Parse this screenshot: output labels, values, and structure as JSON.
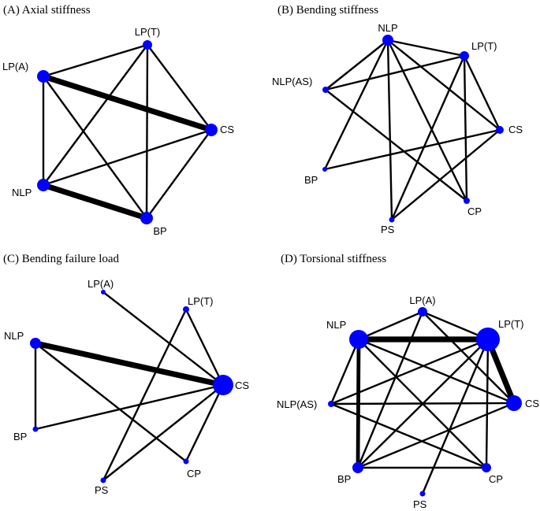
{
  "panels": [
    {
      "id": "A",
      "title": "(A) Axial stiffness",
      "nodes": [
        {
          "label": "LP(T)",
          "size": 6
        },
        {
          "label": "LP(A)",
          "size": 8
        },
        {
          "label": "CS",
          "size": 8
        },
        {
          "label": "NLP",
          "size": 8
        },
        {
          "label": "BP",
          "size": 8
        }
      ],
      "edges": [
        {
          "from": "LP(A)",
          "to": "LP(T)",
          "weight": 1
        },
        {
          "from": "LP(A)",
          "to": "CS",
          "weight": 3
        },
        {
          "from": "LP(A)",
          "to": "NLP",
          "weight": 1
        },
        {
          "from": "LP(A)",
          "to": "BP",
          "weight": 1
        },
        {
          "from": "LP(T)",
          "to": "CS",
          "weight": 1
        },
        {
          "from": "LP(T)",
          "to": "NLP",
          "weight": 1
        },
        {
          "from": "LP(T)",
          "to": "BP",
          "weight": 1
        },
        {
          "from": "NLP",
          "to": "CS",
          "weight": 1
        },
        {
          "from": "NLP",
          "to": "BP",
          "weight": 3
        },
        {
          "from": "BP",
          "to": "CS",
          "weight": 1
        }
      ]
    },
    {
      "id": "B",
      "title": "(B) Bending stiffness",
      "nodes": [
        {
          "label": "NLP",
          "size": 7
        },
        {
          "label": "LP(T)",
          "size": 6
        },
        {
          "label": "NLP(AS)",
          "size": 4
        },
        {
          "label": "CS",
          "size": 5
        },
        {
          "label": "BP",
          "size": 3
        },
        {
          "label": "CP",
          "size": 4
        },
        {
          "label": "PS",
          "size": 3.5
        }
      ],
      "edges": [
        {
          "from": "NLP",
          "to": "NLP(AS)",
          "weight": 1
        },
        {
          "from": "NLP",
          "to": "LP(T)",
          "weight": 1
        },
        {
          "from": "NLP",
          "to": "CS",
          "weight": 1
        },
        {
          "from": "NLP",
          "to": "CP",
          "weight": 1
        },
        {
          "from": "NLP",
          "to": "BP",
          "weight": 1
        },
        {
          "from": "NLP",
          "to": "PS",
          "weight": 1
        },
        {
          "from": "NLP(AS)",
          "to": "LP(T)",
          "weight": 1
        },
        {
          "from": "NLP(AS)",
          "to": "CP",
          "weight": 1
        },
        {
          "from": "LP(T)",
          "to": "CS",
          "weight": 1
        },
        {
          "from": "LP(T)",
          "to": "CP",
          "weight": 1
        },
        {
          "from": "LP(T)",
          "to": "PS",
          "weight": 1
        },
        {
          "from": "CS",
          "to": "BP",
          "weight": 1
        },
        {
          "from": "CS",
          "to": "PS",
          "weight": 1
        }
      ]
    },
    {
      "id": "C",
      "title": "(C) Bending failure load",
      "nodes": [
        {
          "label": "LP(A)",
          "size": 3
        },
        {
          "label": "LP(T)",
          "size": 4
        },
        {
          "label": "NLP",
          "size": 7
        },
        {
          "label": "CS",
          "size": 13
        },
        {
          "label": "BP",
          "size": 3.5
        },
        {
          "label": "CP",
          "size": 3.5
        },
        {
          "label": "PS",
          "size": 3.5
        }
      ],
      "edges": [
        {
          "from": "LP(A)",
          "to": "CS",
          "weight": 1
        },
        {
          "from": "LP(T)",
          "to": "CS",
          "weight": 1
        },
        {
          "from": "LP(T)",
          "to": "PS",
          "weight": 1
        },
        {
          "from": "NLP",
          "to": "CS",
          "weight": 3
        },
        {
          "from": "NLP",
          "to": "BP",
          "weight": 1
        },
        {
          "from": "NLP",
          "to": "CP",
          "weight": 1
        },
        {
          "from": "BP",
          "to": "CS",
          "weight": 1
        },
        {
          "from": "CS",
          "to": "CP",
          "weight": 1
        },
        {
          "from": "CS",
          "to": "PS",
          "weight": 1
        }
      ]
    },
    {
      "id": "D",
      "title": "(D) Torsional stiffness",
      "nodes": [
        {
          "label": "LP(A)",
          "size": 6
        },
        {
          "label": "NLP",
          "size": 12
        },
        {
          "label": "LP(T)",
          "size": 15
        },
        {
          "label": "NLP(AS)",
          "size": 4
        },
        {
          "label": "CS",
          "size": 10
        },
        {
          "label": "BP",
          "size": 7
        },
        {
          "label": "CP",
          "size": 6
        },
        {
          "label": "PS",
          "size": 3.5
        }
      ],
      "edges": [
        {
          "from": "NLP",
          "to": "LP(A)",
          "weight": 1
        },
        {
          "from": "NLP",
          "to": "LP(T)",
          "weight": 3
        },
        {
          "from": "NLP",
          "to": "NLP(AS)",
          "weight": 1
        },
        {
          "from": "NLP",
          "to": "CS",
          "weight": 1
        },
        {
          "from": "NLP",
          "to": "BP",
          "weight": 2
        },
        {
          "from": "NLP",
          "to": "CP",
          "weight": 1
        },
        {
          "from": "LP(A)",
          "to": "LP(T)",
          "weight": 1
        },
        {
          "from": "LP(A)",
          "to": "CS",
          "weight": 1
        },
        {
          "from": "LP(A)",
          "to": "BP",
          "weight": 1
        },
        {
          "from": "LP(T)",
          "to": "NLP(AS)",
          "weight": 1
        },
        {
          "from": "LP(T)",
          "to": "CS",
          "weight": 3
        },
        {
          "from": "LP(T)",
          "to": "BP",
          "weight": 1
        },
        {
          "from": "LP(T)",
          "to": "CP",
          "weight": 1
        },
        {
          "from": "LP(T)",
          "to": "PS",
          "weight": 1
        },
        {
          "from": "NLP(AS)",
          "to": "CS",
          "weight": 1
        },
        {
          "from": "NLP(AS)",
          "to": "CP",
          "weight": 1
        },
        {
          "from": "CS",
          "to": "BP",
          "weight": 1
        },
        {
          "from": "BP",
          "to": "CP",
          "weight": 1
        }
      ]
    }
  ]
}
